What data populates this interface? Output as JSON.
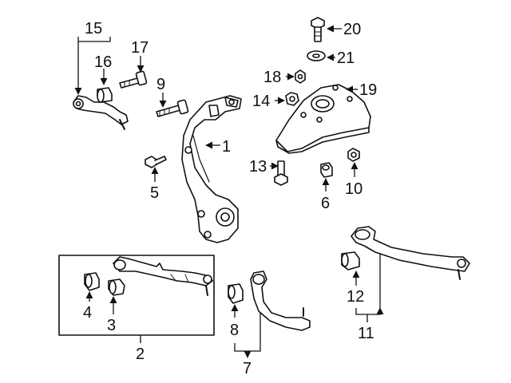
{
  "callouts": {
    "c1": "1",
    "c2": "2",
    "c3": "3",
    "c4": "4",
    "c5": "5",
    "c6": "6",
    "c7": "7",
    "c8": "8",
    "c9": "9",
    "c10": "10",
    "c11": "11",
    "c12": "12",
    "c13": "13",
    "c14": "14",
    "c15": "15",
    "c16": "16",
    "c17": "17",
    "c18": "18",
    "c19": "19",
    "c20": "20",
    "c21": "21"
  },
  "colors": {
    "line": "#111111",
    "part_fill": "#ffffff",
    "shade": "#d9d9d9"
  }
}
